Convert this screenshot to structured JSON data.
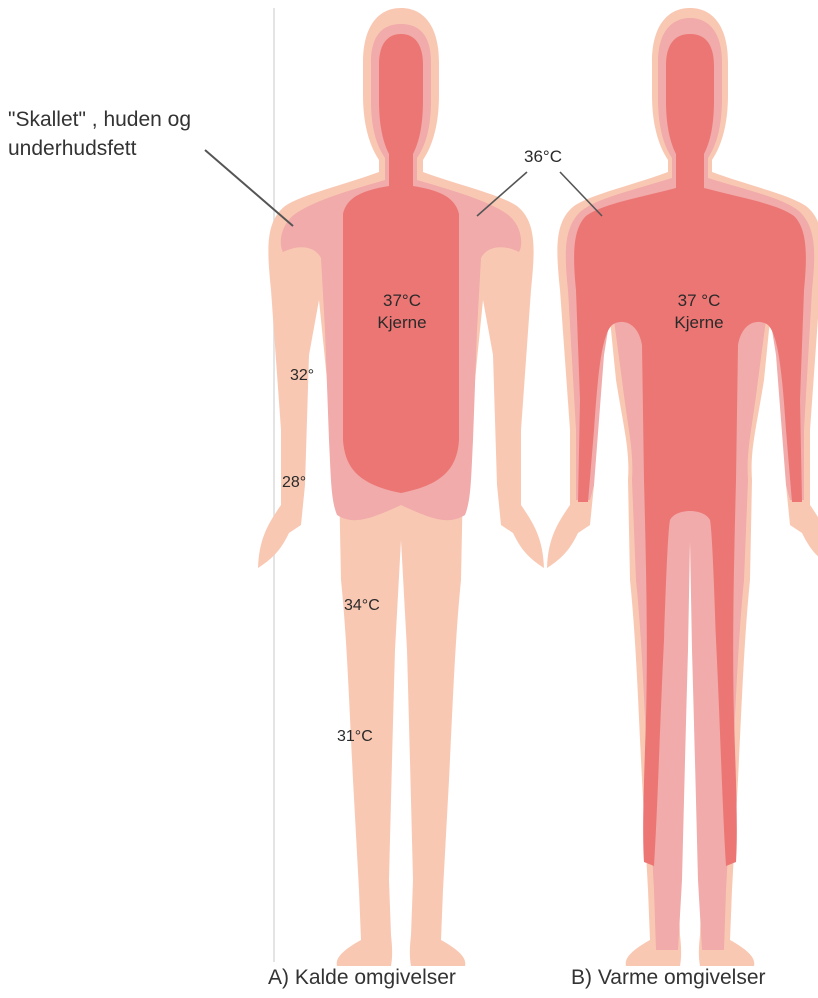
{
  "annotation": {
    "shell_line1": "\"Skallet\" , huden og",
    "shell_line2": "underhudsfett"
  },
  "left_figure": {
    "core_temp": "37°C",
    "core_label": "Kjerne",
    "shell_temp": "36°C",
    "upper_arm_temp": "32°",
    "forearm_temp": "28°",
    "thigh_temp": "34°C",
    "shin_temp": "31°C",
    "caption": "A) Kalde omgivelser"
  },
  "right_figure": {
    "core_temp": "37 °C",
    "core_label": "Kjerne",
    "caption": "B) Varme omgivelser"
  },
  "colors": {
    "skin": "#f9c8b3",
    "shell_mid": "#f0abaa",
    "core": "#ec7674",
    "divider": "#dcdcdc",
    "leader_line": "#555555"
  }
}
